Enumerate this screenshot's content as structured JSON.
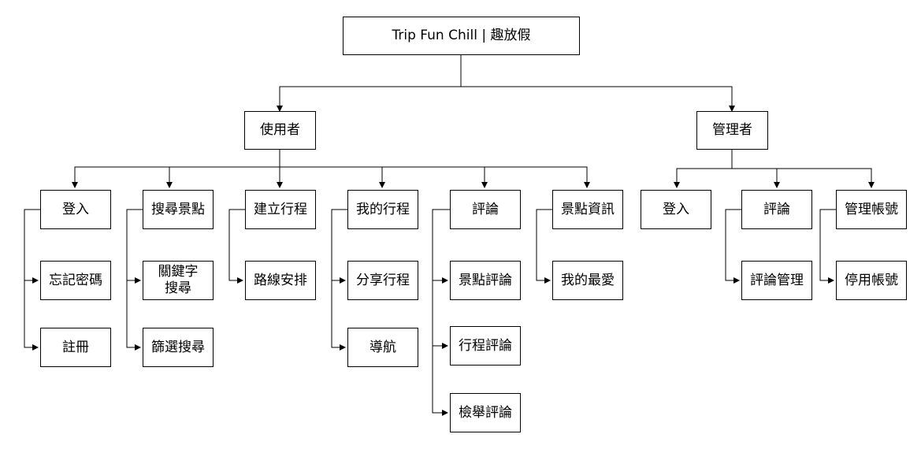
{
  "root": "Trip Fun Chill | 趣放假",
  "user": {
    "label": "使用者",
    "login": "登入",
    "forgot_password": "忘記密碼",
    "register": "註冊",
    "search_spots": "搜尋景點",
    "keyword_search": "關鍵字\n搜尋",
    "filter_search": "篩選搜尋",
    "create_trip": "建立行程",
    "route_planning": "路線安排",
    "my_trips": "我的行程",
    "share_trip": "分享行程",
    "navigation": "導航",
    "reviews": "評論",
    "spot_review": "景點評論",
    "trip_review": "行程評論",
    "report_review": "檢舉評論",
    "spot_info": "景點資訊",
    "my_favorites": "我的最愛"
  },
  "admin": {
    "label": "管理者",
    "login": "登入",
    "reviews": "評論",
    "review_management": "評論管理",
    "manage_accounts": "管理帳號",
    "disable_account": "停用帳號"
  }
}
